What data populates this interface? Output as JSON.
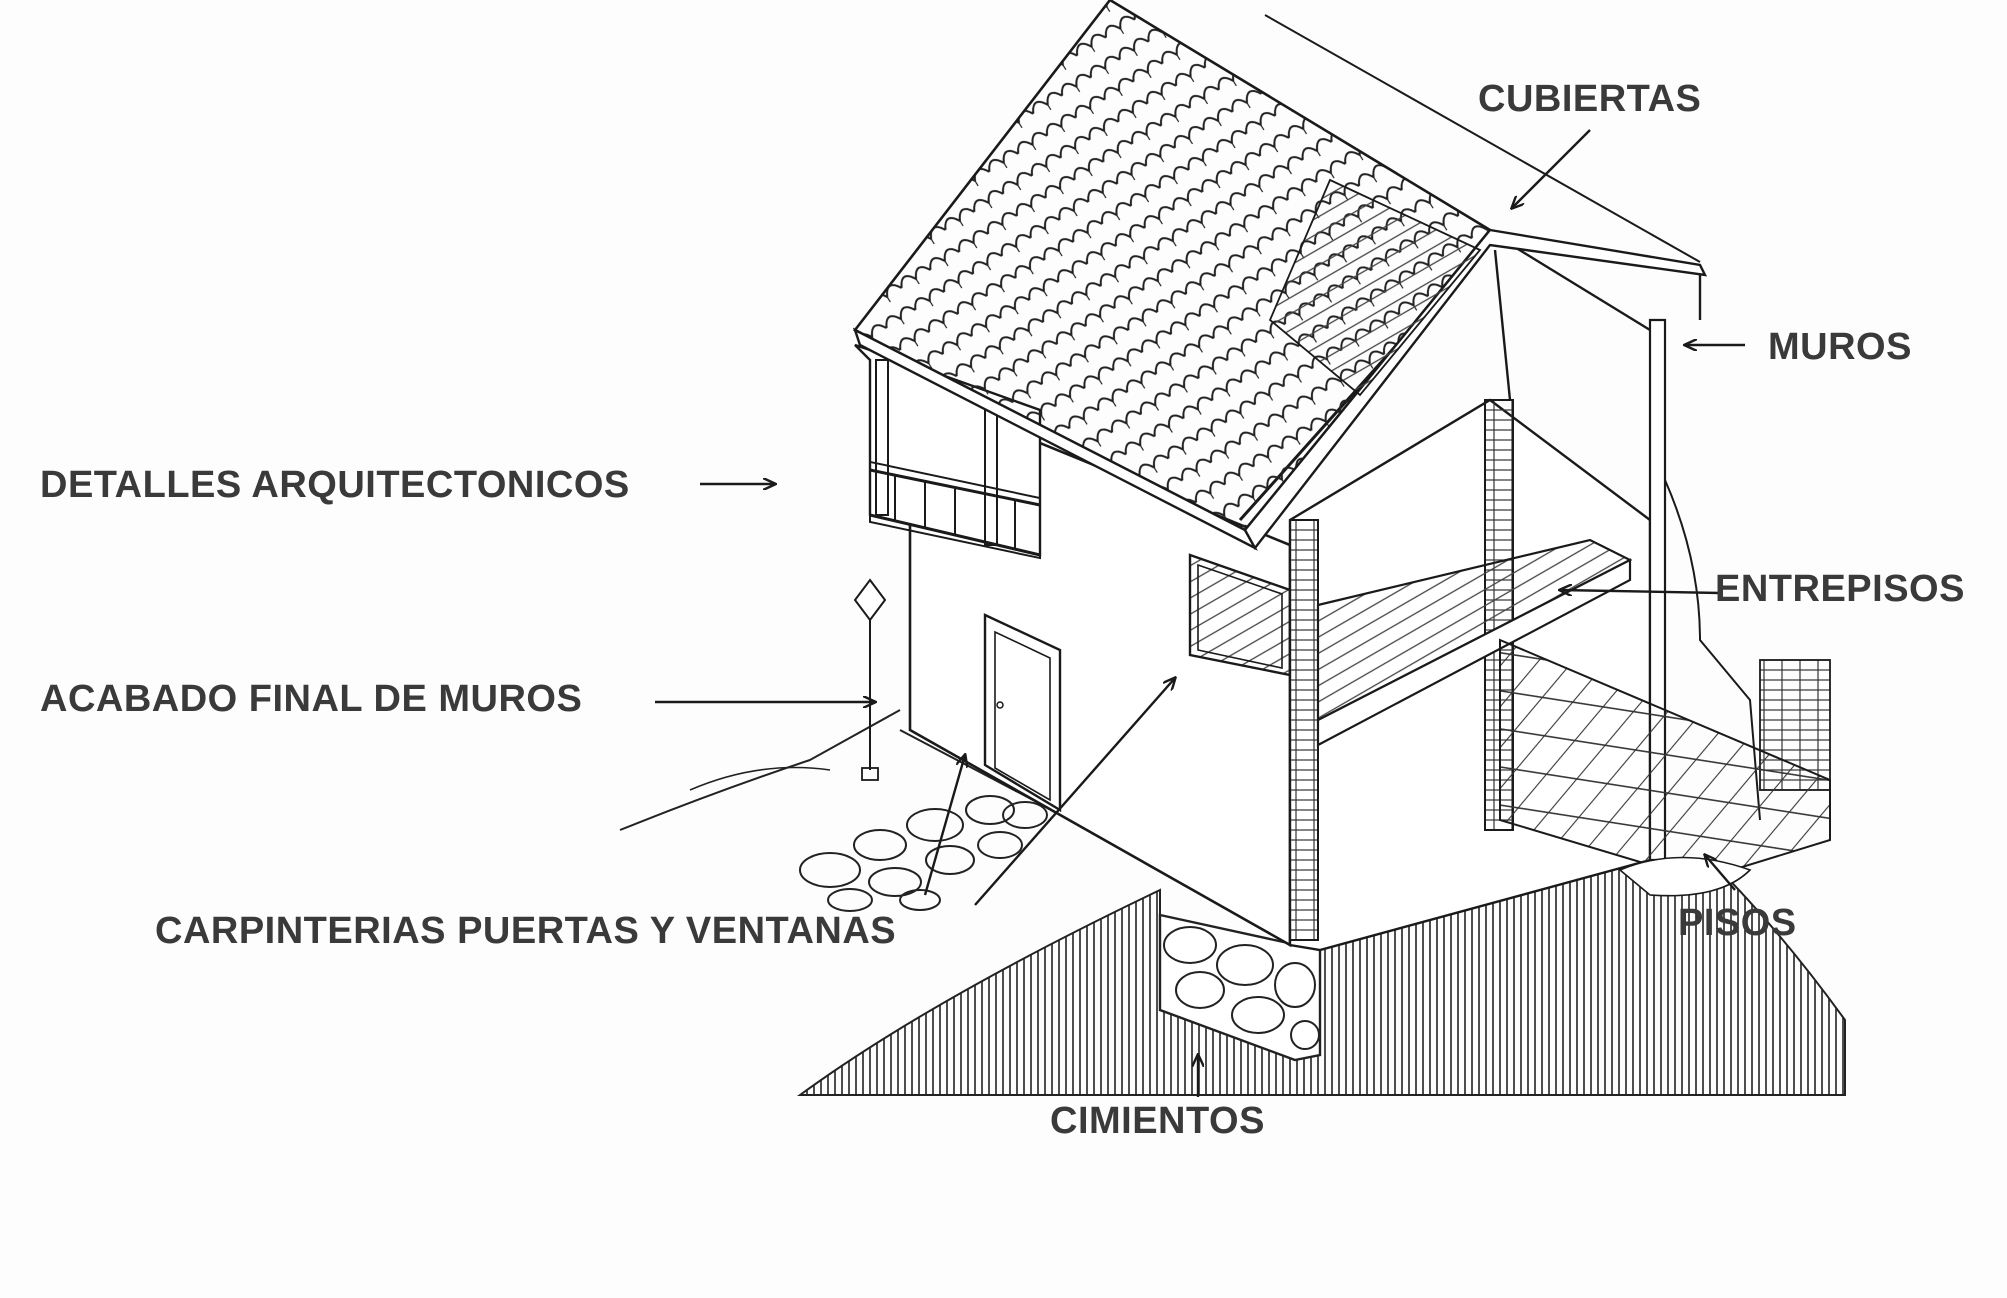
{
  "labels": {
    "cubiertas": "CUBIERTAS",
    "muros": "MUROS",
    "detalles": "DETALLES ARQUITECTONICOS",
    "entrepisos": "ENTREPISOS",
    "acabado": "ACABADO FINAL DE MUROS",
    "carpinterias": "CARPINTERIAS PUERTAS Y VENTANAS",
    "pisos": "PISOS",
    "cimientos": "CIMIENTOS"
  },
  "colors": {
    "ink": "#1a1a1a",
    "label": "#3a3a3a",
    "paper": "#fdfdfd"
  }
}
